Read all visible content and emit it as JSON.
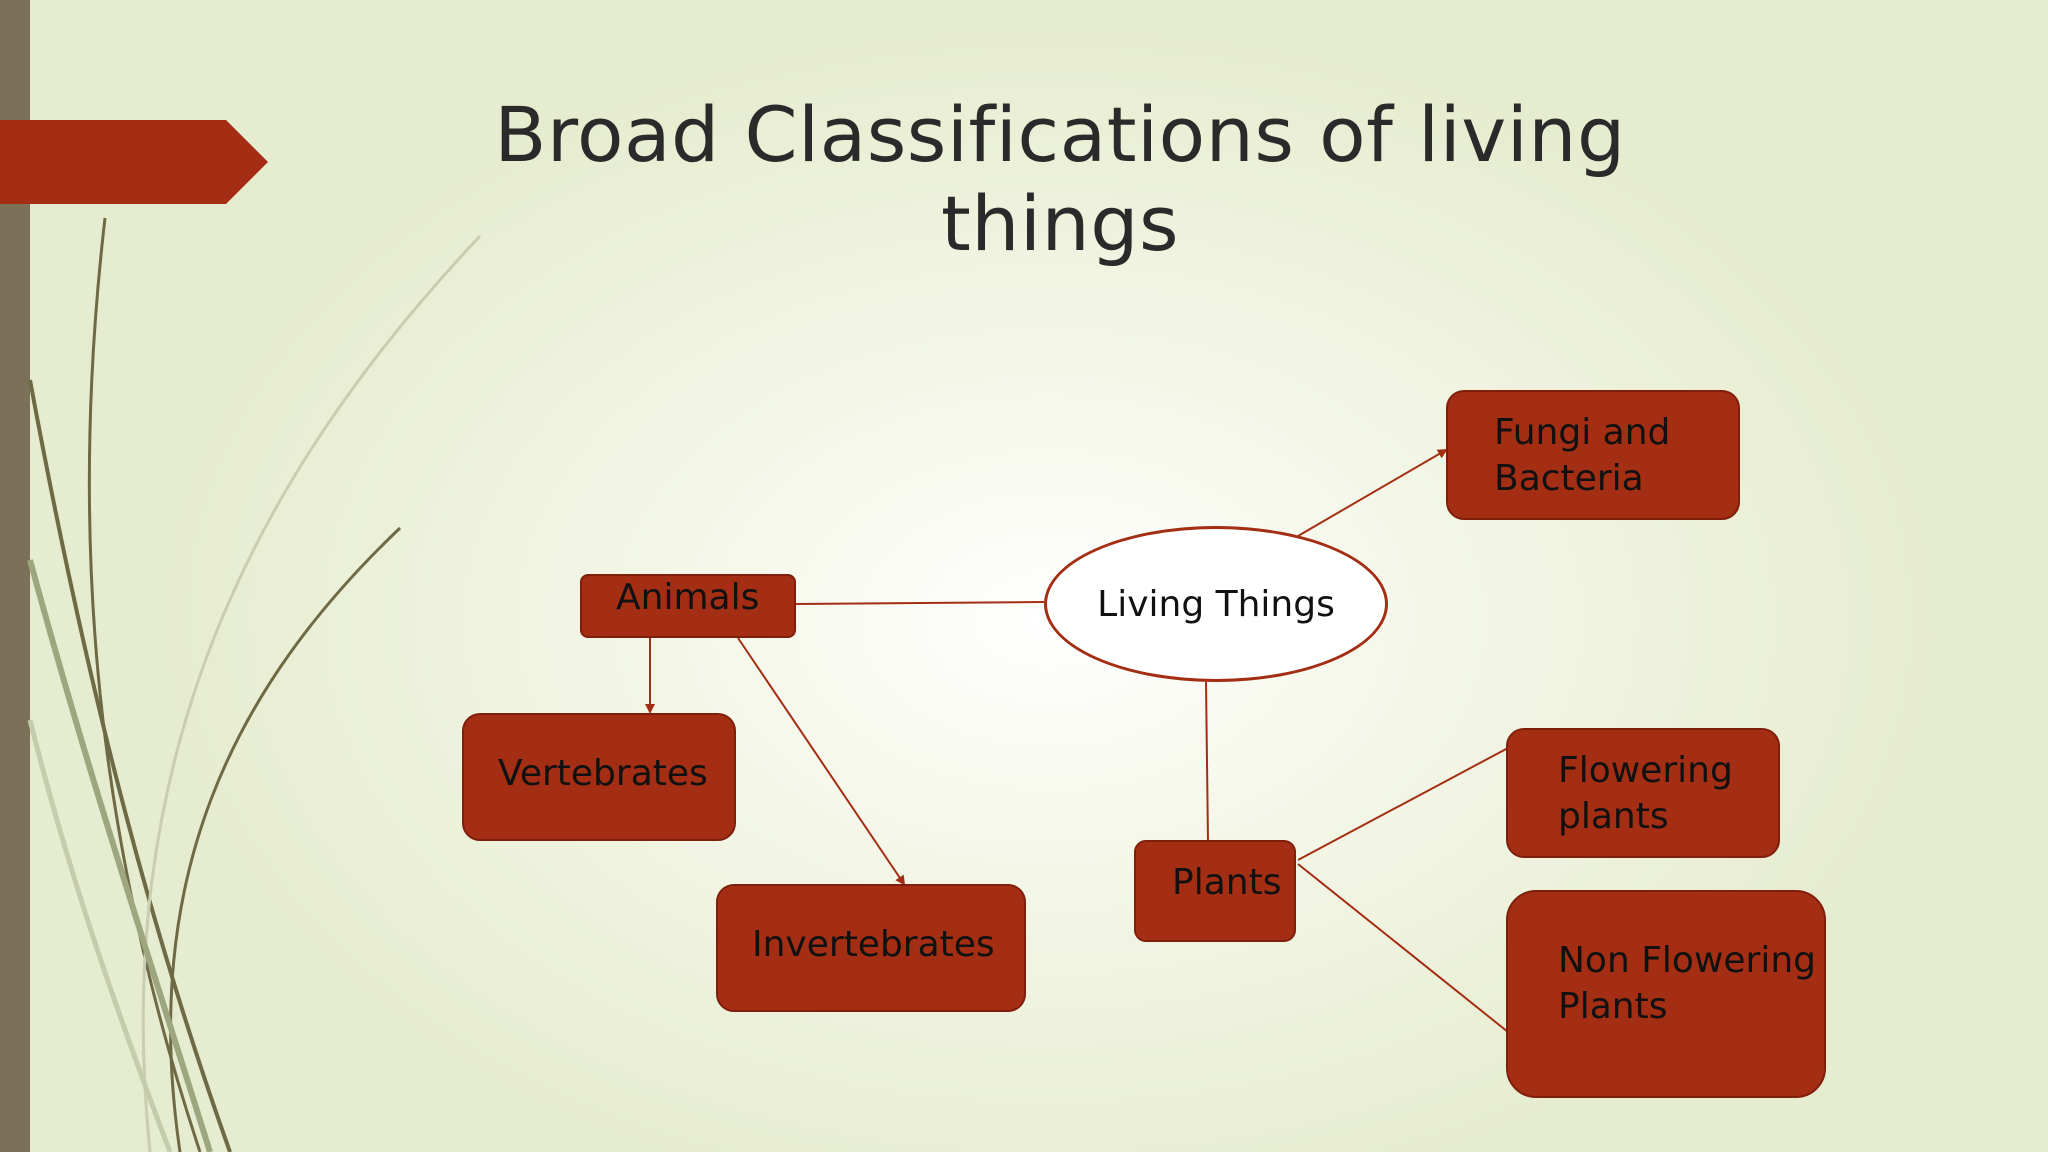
{
  "slide": {
    "title": "Broad Classifications of living things"
  },
  "diagram": {
    "root": "Living Things",
    "animals": "Animals",
    "vertebrates": "Vertebrates",
    "invertebrates": "Invertebrates",
    "plants": "Plants",
    "fungi_line1": "Fungi and",
    "fungi_line2": "Bacteria",
    "flowering_line1": "Flowering",
    "flowering_line2": "plants",
    "nonflowering_line1": "Non Flowering",
    "nonflowering_line2": "Plants"
  },
  "colors": {
    "accent": "#a32e14",
    "sidebar": "#7a7158",
    "background": "#eef2dc"
  }
}
